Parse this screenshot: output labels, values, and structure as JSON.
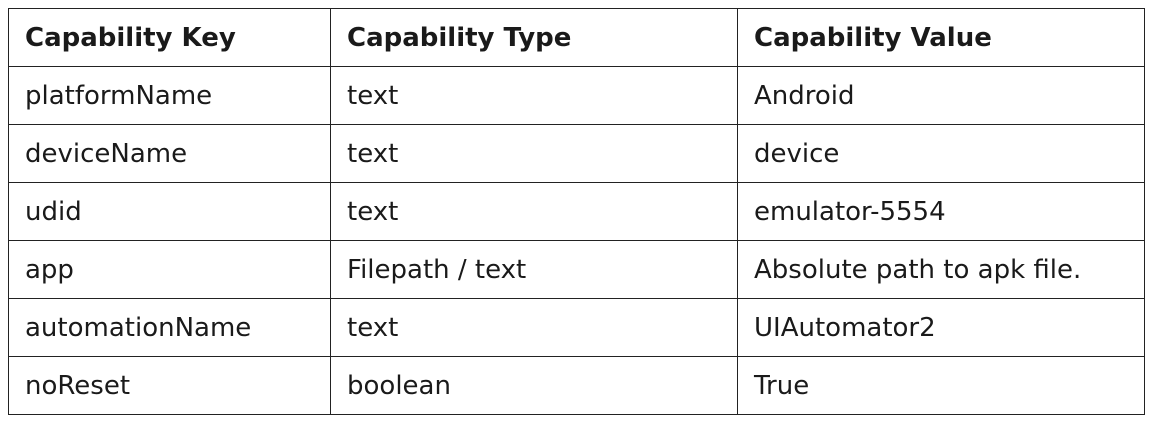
{
  "table": {
    "headers": [
      "Capability Key",
      "Capability Type",
      "Capability Value"
    ],
    "rows": [
      [
        "platformName",
        "text",
        "Android"
      ],
      [
        "deviceName",
        "text",
        "device"
      ],
      [
        "udid",
        "text",
        "emulator-5554"
      ],
      [
        "app",
        "Filepath / text",
        "Absolute path to apk file."
      ],
      [
        "automationName",
        "text",
        "UIAutomator2"
      ],
      [
        "noReset",
        "boolean",
        "True"
      ]
    ]
  }
}
